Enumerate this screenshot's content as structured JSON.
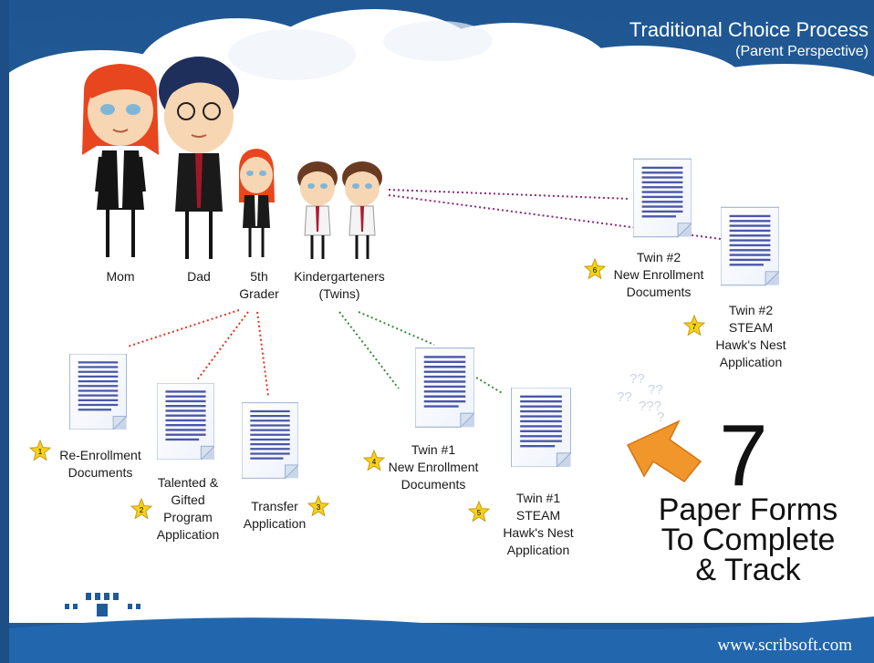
{
  "header": {
    "title": "Traditional Choice Process",
    "subtitle": "(Parent Perspective)"
  },
  "family": [
    {
      "label": "Mom"
    },
    {
      "label": "Dad"
    },
    {
      "label": "5th\nGrader"
    },
    {
      "label": "Kindergarteners\n(Twins)"
    }
  ],
  "documents": [
    {
      "number": "1",
      "label": "Re-Enrollment\nDocuments"
    },
    {
      "number": "2",
      "label": "Talented &\nGifted\nProgram\nApplication"
    },
    {
      "number": "3",
      "label": "Transfer\nApplication"
    },
    {
      "number": "4",
      "label": "Twin #1\nNew Enrollment\nDocuments"
    },
    {
      "number": "5",
      "label": "Twin #1\nSTEAM\nHawk's Nest\nApplication"
    },
    {
      "number": "6",
      "label": "Twin #2\nNew Enrollment\nDocuments"
    },
    {
      "number": "7",
      "label": "Twin #2\nSTEAM\nHawk's Nest\nApplication"
    }
  ],
  "summary": {
    "count": "7",
    "line1": "Paper Forms",
    "line2": "To Complete",
    "line3": "& Track"
  },
  "footer": {
    "url": "www.scribsoft.com"
  },
  "colors": {
    "sky": "#1d4f86",
    "page": "#ffffff",
    "dot_red": "#d63a1f",
    "dot_green": "#3a8a3a",
    "dot_purple": "#8a2a7a",
    "arrow": "#f0962a",
    "star": "#f6d21a"
  }
}
